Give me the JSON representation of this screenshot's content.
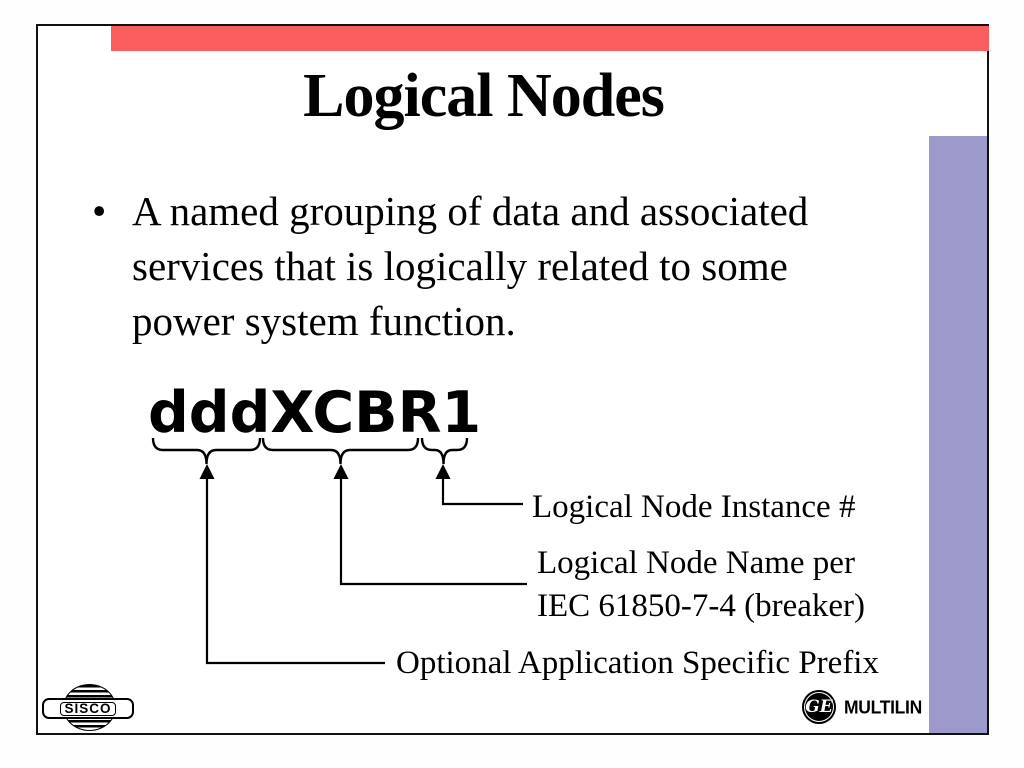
{
  "slide": {
    "title": "Logical Nodes",
    "bullet": {
      "marker": "•",
      "lines": [
        "A named grouping of data and associated",
        "services that is logically related to some",
        "power system function."
      ]
    },
    "diagram": {
      "term": "dddXCBR1",
      "labels": {
        "instance": "Logical Node Instance #",
        "name_line1": "Logical Node Name per",
        "name_line2": "IEC 61850-7-4 (breaker)",
        "prefix": "Optional Application Specific Prefix"
      }
    },
    "footer": {
      "sisco_logo_text": "SISCO",
      "ge_monogram_text": "GE",
      "multilin_text": "MULTILIN"
    },
    "colors": {
      "accent_red": "#f95d5e",
      "accent_purple": "#9b9aca"
    }
  }
}
